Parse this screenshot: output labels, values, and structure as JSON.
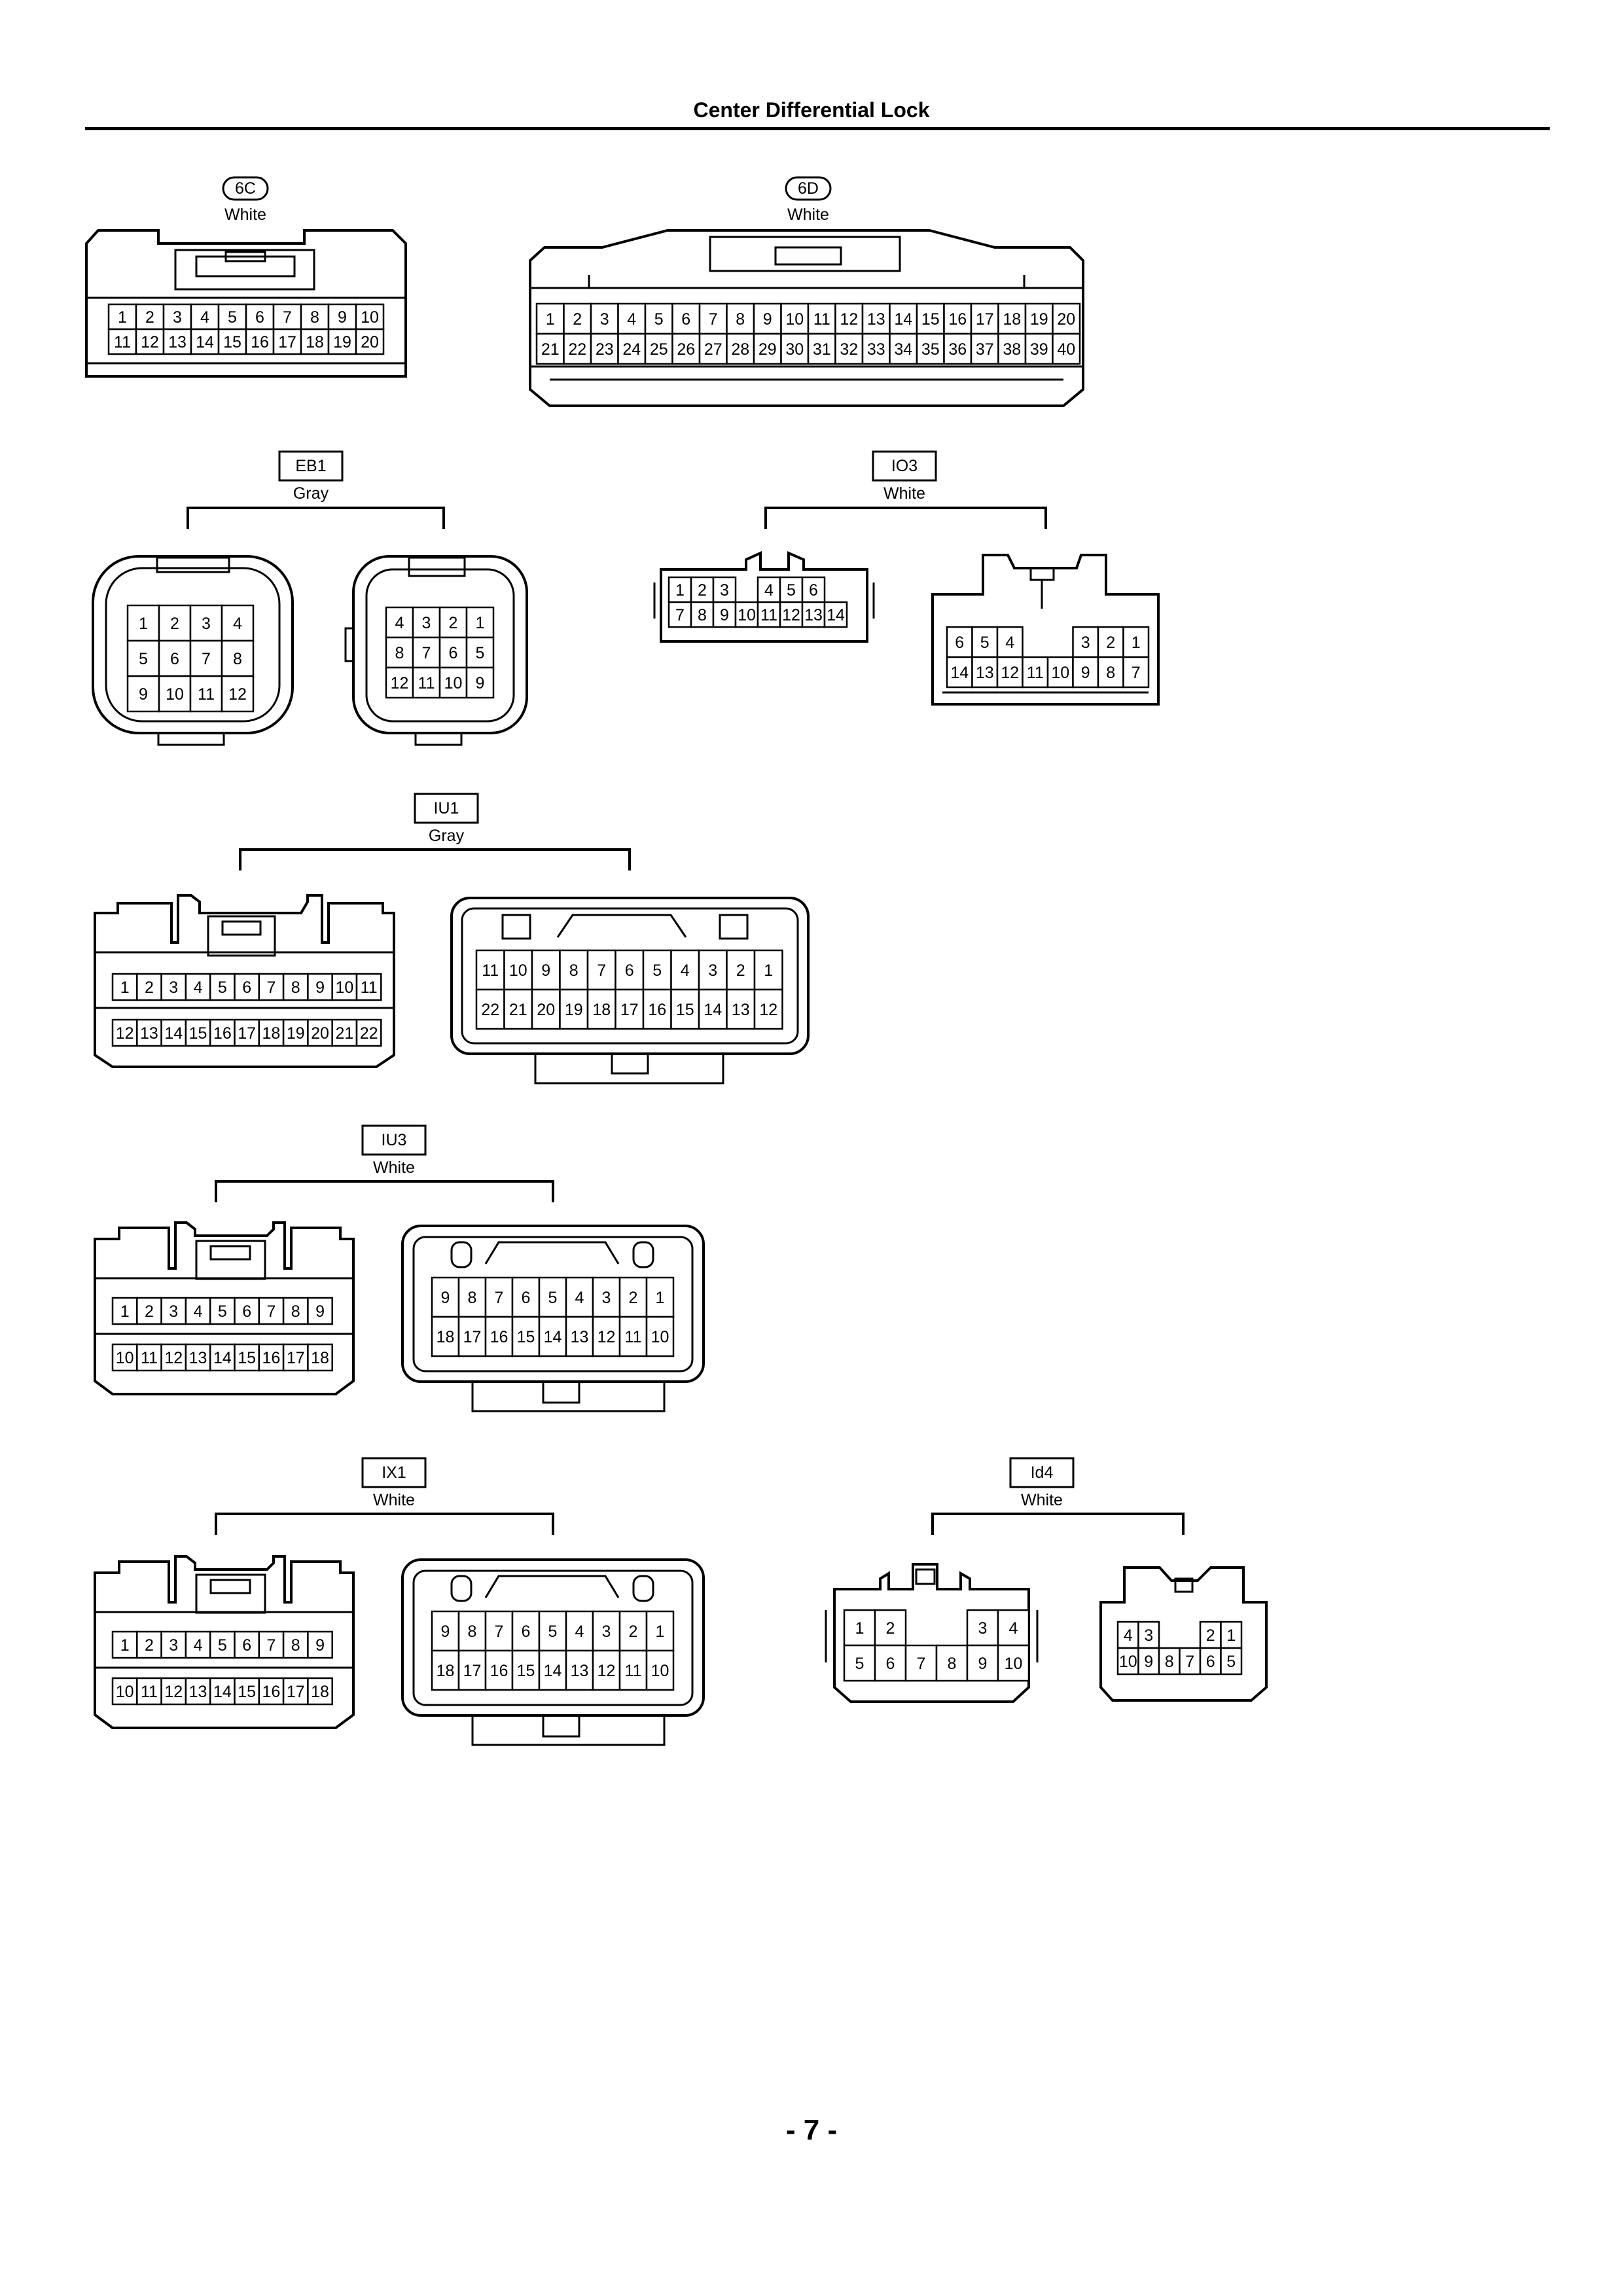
{
  "title": "Center Differential Lock",
  "page_number": "- 7 -",
  "connectors": [
    {
      "code": "6C",
      "color": "White",
      "code_style": "oval",
      "housings": [
        {
          "rows": [
            [
              "1",
              "2",
              "3",
              "4",
              "5",
              "6",
              "7",
              "8",
              "9",
              "10"
            ],
            [
              "11",
              "12",
              "13",
              "14",
              "15",
              "16",
              "17",
              "18",
              "19",
              "20"
            ]
          ]
        }
      ]
    },
    {
      "code": "6D",
      "color": "White",
      "code_style": "oval",
      "housings": [
        {
          "rows": [
            [
              "1",
              "2",
              "3",
              "4",
              "5",
              "6",
              "7",
              "8",
              "9",
              "10",
              "11",
              "12",
              "13",
              "14",
              "15",
              "16",
              "17",
              "18",
              "19",
              "20"
            ],
            [
              "21",
              "22",
              "23",
              "24",
              "25",
              "26",
              "27",
              "28",
              "29",
              "30",
              "31",
              "32",
              "33",
              "34",
              "35",
              "36",
              "37",
              "38",
              "39",
              "40"
            ]
          ]
        }
      ]
    },
    {
      "code": "EB1",
      "color": "Gray",
      "code_style": "box",
      "housings": [
        {
          "rows": [
            [
              "1",
              "2",
              "3",
              "4"
            ],
            [
              "5",
              "6",
              "7",
              "8"
            ],
            [
              "9",
              "10",
              "11",
              "12"
            ]
          ]
        },
        {
          "rows": [
            [
              "4",
              "3",
              "2",
              "1"
            ],
            [
              "8",
              "7",
              "6",
              "5"
            ],
            [
              "12",
              "11",
              "10",
              "9"
            ]
          ]
        }
      ]
    },
    {
      "code": "IO3",
      "color": "White",
      "code_style": "box",
      "housings": [
        {
          "rows": [
            [
              "1",
              "2",
              "3",
              "",
              "4",
              "5",
              "6"
            ],
            [
              "7",
              "8",
              "9",
              "10",
              "11",
              "12",
              "13",
              "14"
            ]
          ]
        },
        {
          "rows": [
            [
              "6",
              "5",
              "4",
              "",
              "",
              "3",
              "2",
              "1"
            ],
            [
              "14",
              "13",
              "12",
              "11",
              "10",
              "9",
              "8",
              "7"
            ]
          ]
        }
      ]
    },
    {
      "code": "IU1",
      "color": "Gray",
      "code_style": "box",
      "housings": [
        {
          "rows": [
            [
              "1",
              "2",
              "3",
              "4",
              "5",
              "6",
              "7",
              "8",
              "9",
              "10",
              "11"
            ],
            [
              "12",
              "13",
              "14",
              "15",
              "16",
              "17",
              "18",
              "19",
              "20",
              "21",
              "22"
            ]
          ]
        },
        {
          "rows": [
            [
              "11",
              "10",
              "9",
              "8",
              "7",
              "6",
              "5",
              "4",
              "3",
              "2",
              "1"
            ],
            [
              "22",
              "21",
              "20",
              "19",
              "18",
              "17",
              "16",
              "15",
              "14",
              "13",
              "12"
            ]
          ]
        }
      ]
    },
    {
      "code": "IU3",
      "color": "White",
      "code_style": "box",
      "housings": [
        {
          "rows": [
            [
              "1",
              "2",
              "3",
              "4",
              "5",
              "6",
              "7",
              "8",
              "9"
            ],
            [
              "10",
              "11",
              "12",
              "13",
              "14",
              "15",
              "16",
              "17",
              "18"
            ]
          ]
        },
        {
          "rows": [
            [
              "9",
              "8",
              "7",
              "6",
              "5",
              "4",
              "3",
              "2",
              "1"
            ],
            [
              "18",
              "17",
              "16",
              "15",
              "14",
              "13",
              "12",
              "11",
              "10"
            ]
          ]
        }
      ]
    },
    {
      "code": "IX1",
      "color": "White",
      "code_style": "box",
      "housings": [
        {
          "rows": [
            [
              "1",
              "2",
              "3",
              "4",
              "5",
              "6",
              "7",
              "8",
              "9"
            ],
            [
              "10",
              "11",
              "12",
              "13",
              "14",
              "15",
              "16",
              "17",
              "18"
            ]
          ]
        },
        {
          "rows": [
            [
              "9",
              "8",
              "7",
              "6",
              "5",
              "4",
              "3",
              "2",
              "1"
            ],
            [
              "18",
              "17",
              "16",
              "15",
              "14",
              "13",
              "12",
              "11",
              "10"
            ]
          ]
        }
      ]
    },
    {
      "code": "Id4",
      "color": "White",
      "code_style": "box",
      "housings": [
        {
          "rows": [
            [
              "1",
              "2",
              "",
              "",
              "3",
              "4"
            ],
            [
              "5",
              "6",
              "7",
              "8",
              "9",
              "10"
            ]
          ]
        },
        {
          "rows": [
            [
              "4",
              "3",
              "",
              "",
              "2",
              "1"
            ],
            [
              "10",
              "9",
              "8",
              "7",
              "6",
              "5"
            ]
          ]
        }
      ]
    }
  ]
}
